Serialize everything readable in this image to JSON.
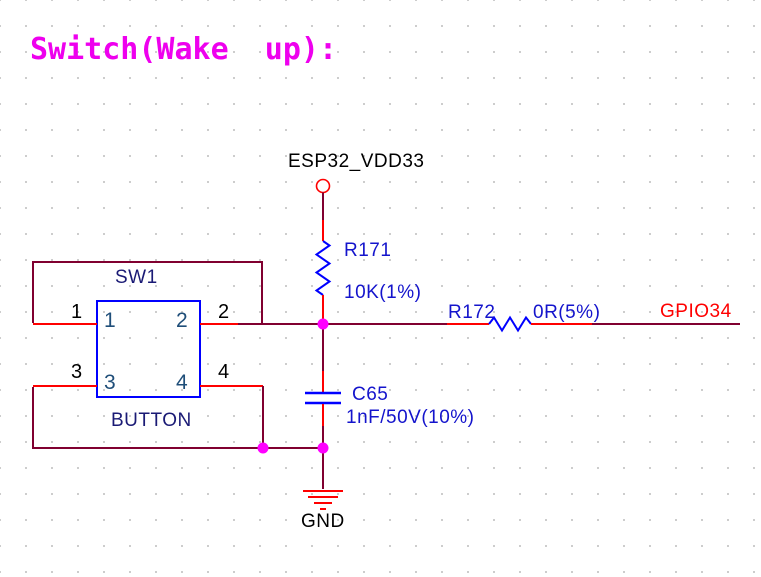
{
  "title": "Switch(Wake  up):",
  "nets": {
    "power": "ESP32_VDD33",
    "signal": "GPIO34",
    "ground": "GND"
  },
  "components": {
    "sw1": {
      "ref": "SW1",
      "value": "BUTTON",
      "pins_outside": [
        "1",
        "2",
        "3",
        "4"
      ],
      "pins_inside": [
        "1",
        "2",
        "3",
        "4"
      ]
    },
    "r171": {
      "ref": "R171",
      "value": "10K(1%)"
    },
    "r172": {
      "ref": "R172",
      "value": "0R(5%)"
    },
    "c65": {
      "ref": "C65",
      "value": "1nF/50V(10%)"
    }
  },
  "colors": {
    "title_text": "#ee00ee",
    "wire": "#800030",
    "pin_stub": "#ff0000",
    "symbol_blue": "#0000ff",
    "junction_dot": "#ff00ff",
    "ref_value_text": "#1414cc",
    "sw_label_text": "#1a1a75",
    "inner_pin_text": "#1f4e79",
    "net_label_red": "#ff0000",
    "net_label_black": "#000000",
    "grid_dot": "#c9c9c9"
  }
}
